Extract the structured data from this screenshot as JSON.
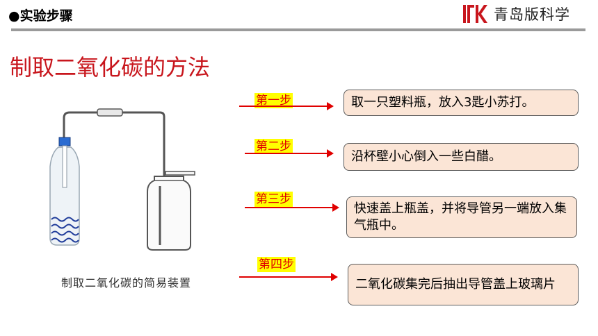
{
  "header": {
    "section_title": "●实验步骤",
    "logo_text": "青岛版科学"
  },
  "main_title": "制取二氧化碳的方法",
  "figure_caption": "制取二氧化碳的简易装置",
  "steps": [
    {
      "label": "第一步",
      "text": "取一只塑料瓶，放入3匙小苏打。"
    },
    {
      "label": "第二步",
      "text": "沿杯壁小心倒入一些白醋。"
    },
    {
      "label": "第三步",
      "text": "快速盖上瓶盖，并将导管另一端放入集气瓶中。"
    },
    {
      "label": "第四步",
      "text": "二氧化碳集完后抽出导管盖上玻璃片"
    }
  ],
  "colors": {
    "title_red": "#c8161d",
    "arrow_red": "#e00000",
    "highlight": "#ffff00",
    "box_fill": "#fbe5d6",
    "rule_gray": "#9a9a9a"
  }
}
